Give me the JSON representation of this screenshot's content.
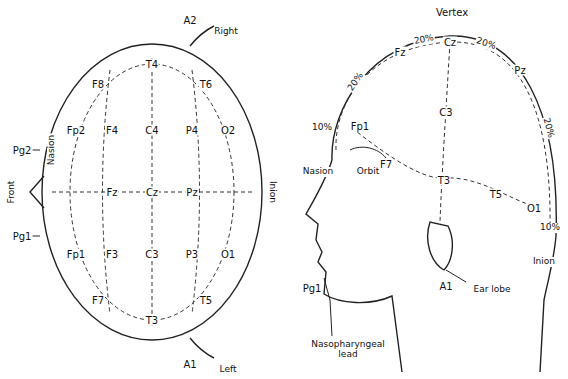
{
  "diagram": {
    "labels": [
      "A2",
      "Right",
      "A1",
      "Left",
      "Front",
      "Nasion",
      "Inion",
      "Pg2",
      "Pg1",
      "Fp2",
      "Fp1",
      "F8",
      "F4",
      "Fz",
      "F3",
      "F7",
      "T4",
      "C4",
      "Cz",
      "C3",
      "T3",
      "T6",
      "P4",
      "Pz",
      "P3",
      "T5",
      "O2",
      "O1",
      "Vertex",
      "Cz",
      "10%",
      "Fp1",
      "20%",
      "Fz",
      "20%",
      "20%",
      "Pz",
      "20%",
      "10%",
      "Nasion",
      "Orbit",
      "F7",
      "T3",
      "C3",
      "T5",
      "O1",
      "Inion",
      "A1",
      "Ear lobe",
      "Pg1",
      "Nasopharyngeal lead"
    ]
  }
}
